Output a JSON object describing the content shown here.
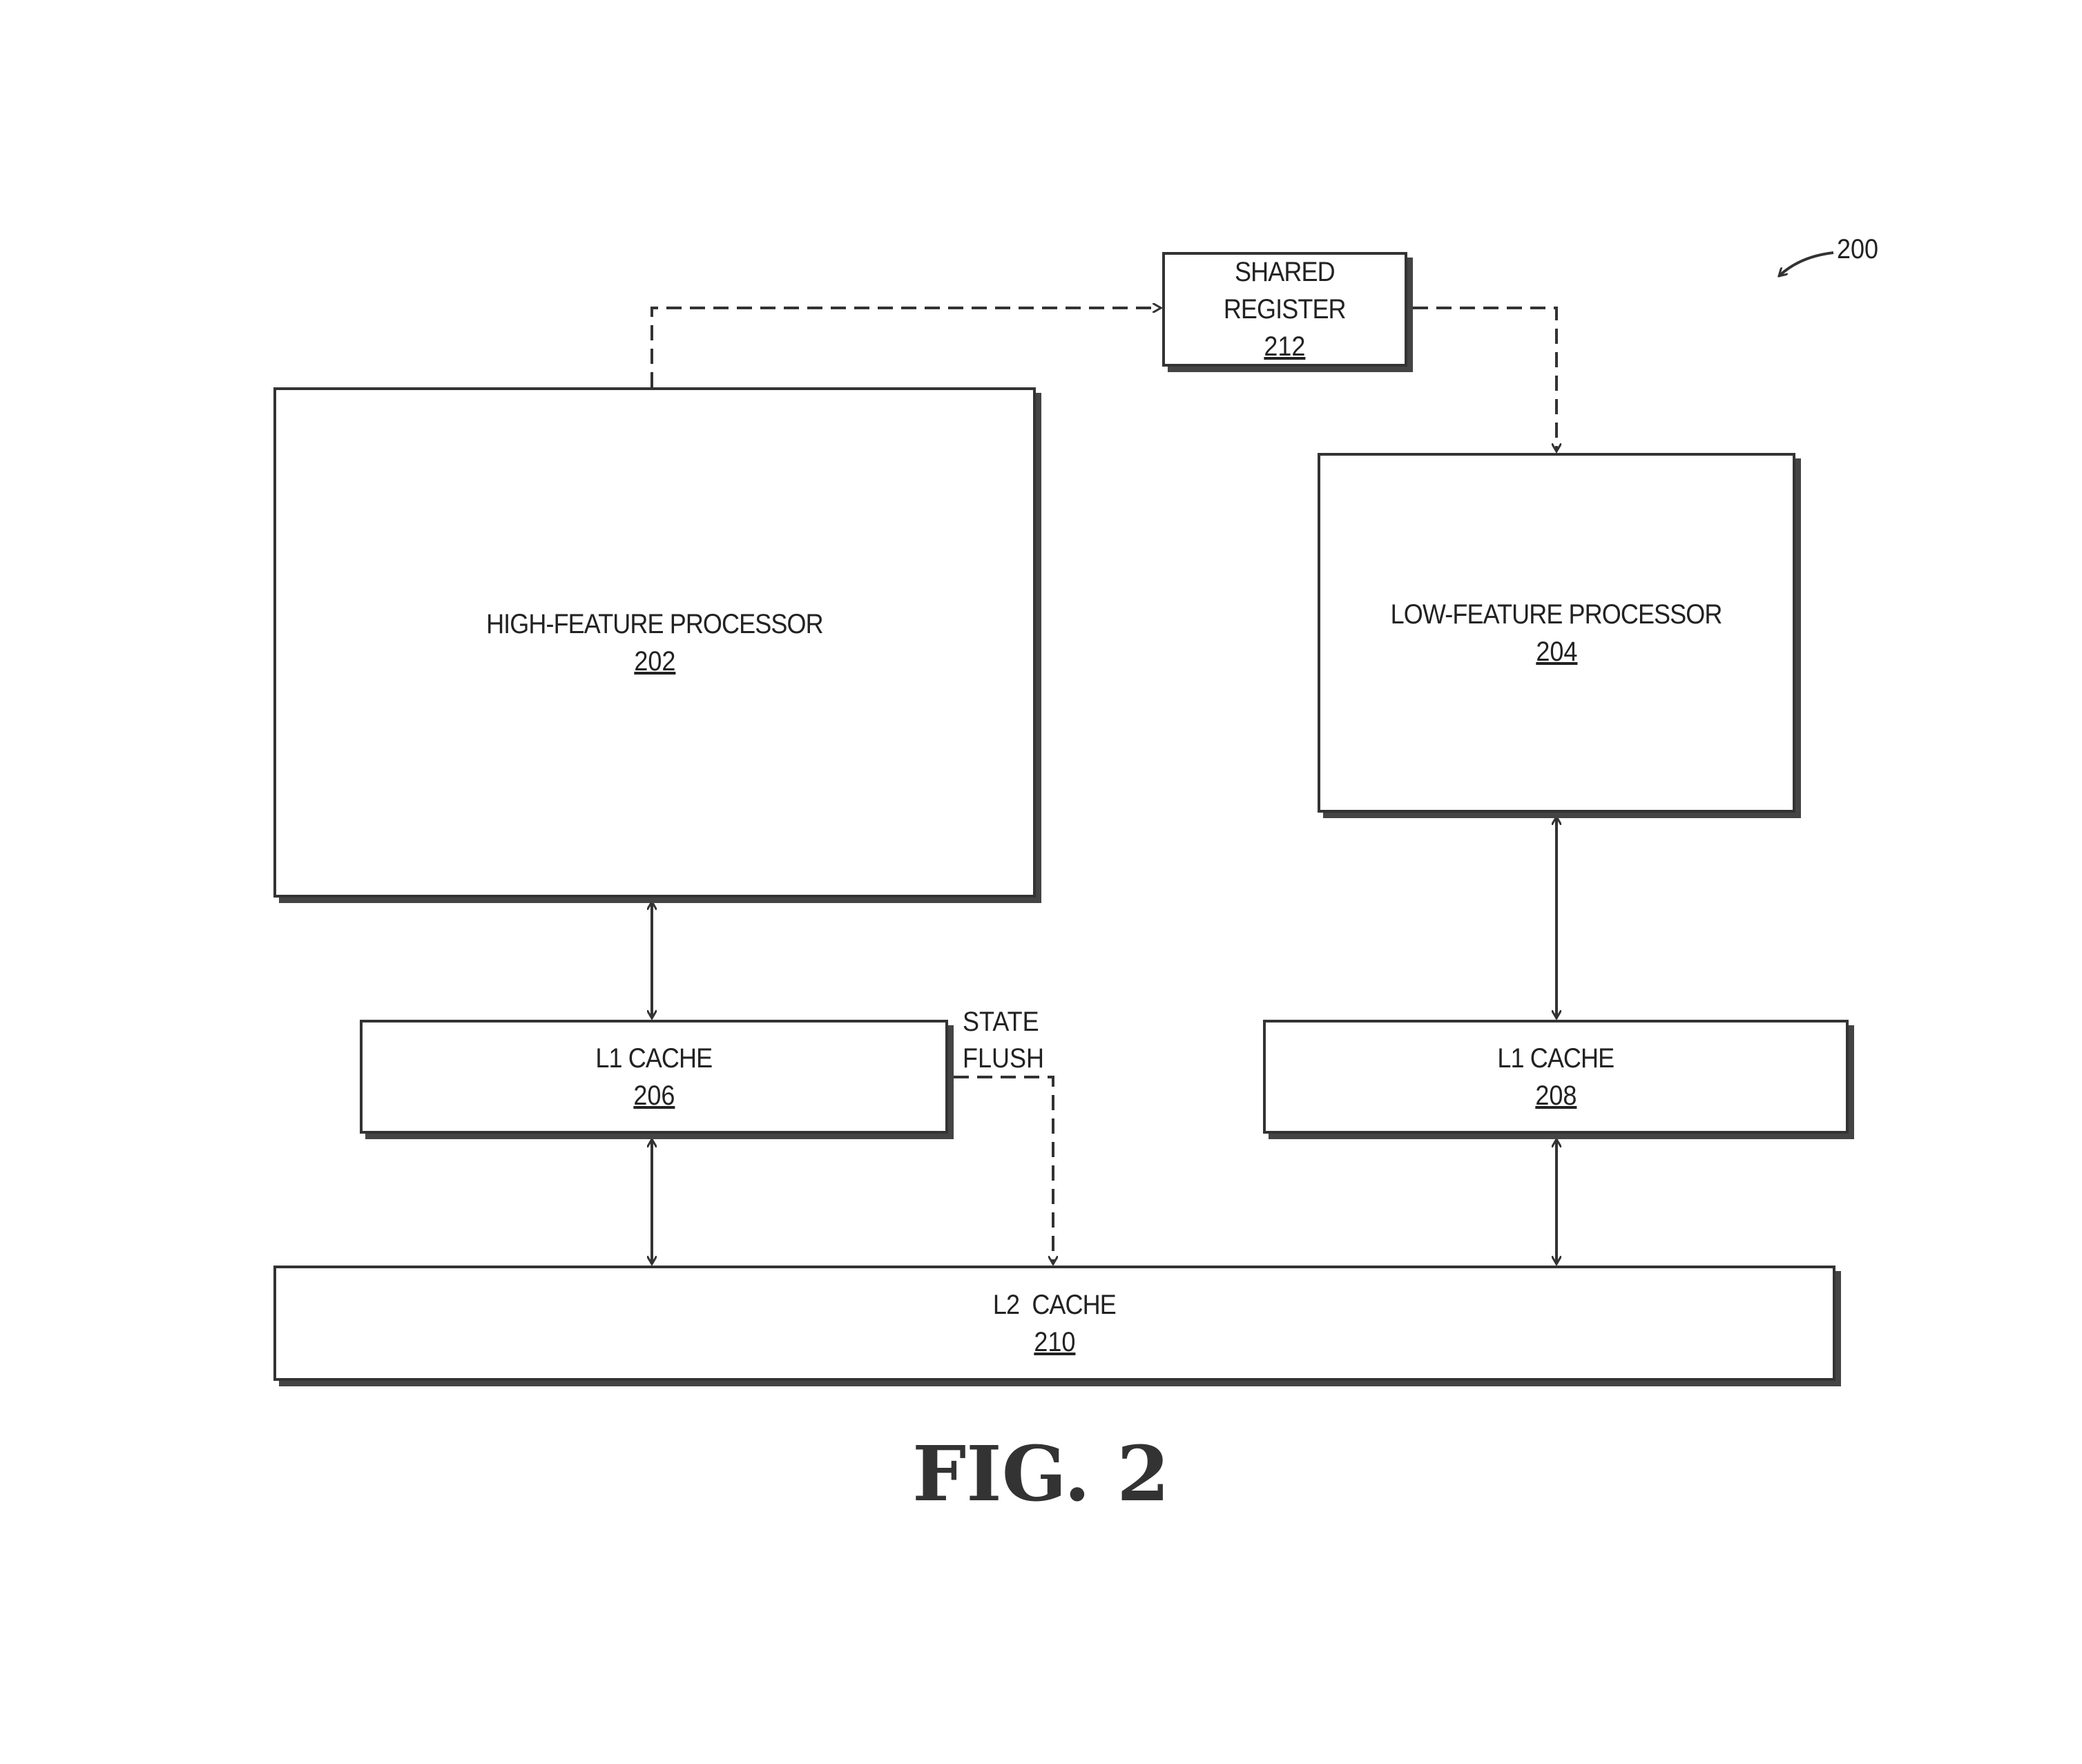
{
  "figure": {
    "reference": "200",
    "caption": "FIG. 2"
  },
  "nodes": {
    "shared_register": {
      "line1": "SHARED",
      "line2": "REGISTER",
      "number": "212"
    },
    "high_feature_processor": {
      "label": "HIGH-FEATURE PROCESSOR",
      "number": "202"
    },
    "low_feature_processor": {
      "label": "LOW-FEATURE PROCESSOR",
      "number": "204"
    },
    "l1_cache_left": {
      "label": "L1 CACHE",
      "number": "206"
    },
    "l1_cache_right": {
      "label": "L1 CACHE",
      "number": "208"
    },
    "l2_cache": {
      "label": "L2  CACHE",
      "number": "210"
    }
  },
  "edges": {
    "state_flush": {
      "line1": "STATE",
      "line2": "FLUSH"
    }
  }
}
